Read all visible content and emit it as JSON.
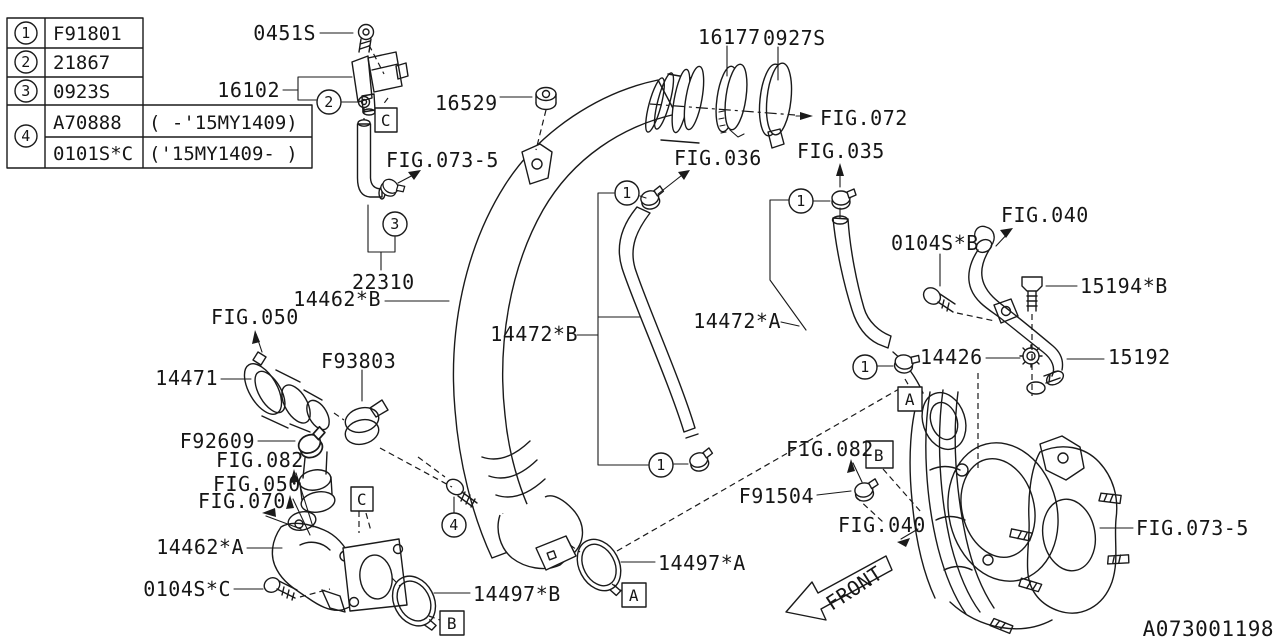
{
  "doc": {
    "drawing_number": "A073001198",
    "front_label": "FRONT"
  },
  "legend": {
    "rows": [
      {
        "ref": "1",
        "code": "F91801",
        "note": ""
      },
      {
        "ref": "2",
        "code": "21867",
        "note": ""
      },
      {
        "ref": "3",
        "code": "0923S",
        "note": ""
      },
      {
        "ref": "4",
        "code": "A70888",
        "note": "( -'15MY1409)"
      },
      {
        "ref": "4",
        "code": "0101S*C",
        "note": "('15MY1409- )"
      }
    ]
  },
  "labels": {
    "p0451s": "0451S",
    "p16102": "16102",
    "p16529": "16529",
    "p16177": "16177",
    "p0927s": "0927S",
    "fig072": "FIG.072",
    "fig036": "FIG.036",
    "fig035": "FIG.035",
    "fig073_5_top": "FIG.073-5",
    "fig073_5_right": "FIG.073-5",
    "p22310": "22310",
    "p14462b": "14462*B",
    "fig050_top": "FIG.050",
    "p14471": "14471",
    "pf93803": "F93803",
    "pf92609": "F92609",
    "fig082_left": "FIG.082",
    "fig050_mid": "FIG.050",
    "fig070": "FIG.070",
    "p14462a": "14462*A",
    "p0104sc": "0104S*C",
    "p14497b": "14497*B",
    "p14497a": "14497*A",
    "p14472b": "14472*B",
    "p14472a": "14472*A",
    "p0104sb": "0104S*B",
    "fig040_top": "FIG.040",
    "p15194b": "15194*B",
    "p14426": "14426",
    "p15192": "15192",
    "fig082_right": "FIG.082",
    "pf91504": "F91504",
    "fig040_bottom": "FIG.040"
  },
  "refs": {
    "c1": "1",
    "c2": "2",
    "c3": "3",
    "c4": "4",
    "bA": "A",
    "bB": "B",
    "bC": "C"
  }
}
